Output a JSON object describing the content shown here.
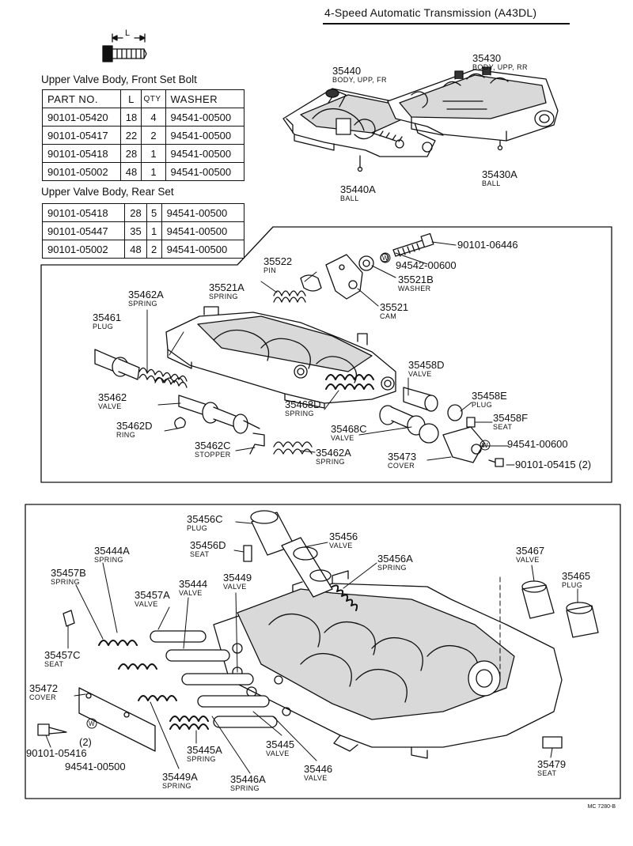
{
  "header": {
    "title": "4-Speed Automatic Transmission (A43DL)",
    "bolt_dim_label": "L"
  },
  "front_table": {
    "title": "Upper Valve Body, Front Set Bolt",
    "columns": [
      "PART NO.",
      "L",
      "QTY",
      "WASHER"
    ],
    "rows": [
      [
        "90101-05420",
        "18",
        "4",
        "94541-00500"
      ],
      [
        "90101-05417",
        "22",
        "2",
        "94541-00500"
      ],
      [
        "90101-05418",
        "28",
        "1",
        "94541-00500"
      ],
      [
        "90101-05002",
        "48",
        "1",
        "94541-00500"
      ]
    ]
  },
  "rear_table": {
    "title": "Upper Valve Body, Rear Set",
    "rows": [
      [
        "90101-05418",
        "28",
        "5",
        "94541-00500"
      ],
      [
        "90101-05447",
        "35",
        "1",
        "94541-00500"
      ],
      [
        "90101-05002",
        "48",
        "2",
        "94541-00500"
      ]
    ]
  },
  "top_parts": {
    "p35440": {
      "num": "35440",
      "desc": "BODY, UPP, FR"
    },
    "p35430": {
      "num": "35430",
      "desc": "BODY, UPP, RR"
    },
    "p35440a": {
      "num": "35440A",
      "desc": "BALL"
    },
    "p35430a": {
      "num": "35430A",
      "desc": "BALL"
    }
  },
  "middle_parts": {
    "p35522": {
      "num": "35522",
      "desc": "PIN"
    },
    "p35521a": {
      "num": "35521A",
      "desc": "SPRING"
    },
    "p35462a_top": {
      "num": "35462A",
      "desc": "SPRING"
    },
    "p35461": {
      "num": "35461",
      "desc": "PLUG"
    },
    "p90101_06446": {
      "num": "90101-06446"
    },
    "p94542_00600": {
      "num": "94542-00600"
    },
    "p35521b": {
      "num": "35521B",
      "desc": "WASHER"
    },
    "p35521": {
      "num": "35521",
      "desc": "CAM"
    },
    "p35458d": {
      "num": "35458D",
      "desc": "VALVE"
    },
    "p35458e": {
      "num": "35458E",
      "desc": "PLUG"
    },
    "p35458f": {
      "num": "35458F",
      "desc": "SEAT"
    },
    "p35462": {
      "num": "35462",
      "desc": "VALVE"
    },
    "p35468d": {
      "num": "35468D",
      "desc": "SPRING"
    },
    "p35468c": {
      "num": "35468C",
      "desc": "VALVE"
    },
    "p35462d": {
      "num": "35462D",
      "desc": "RING"
    },
    "p35462c": {
      "num": "35462C",
      "desc": "STOPPER"
    },
    "p35462a_bot": {
      "num": "35462A",
      "desc": "SPRING"
    },
    "p94541_00600": {
      "num": "94541-00600"
    },
    "p35473": {
      "num": "35473",
      "desc": "COVER"
    },
    "p90101_05415": {
      "num": "90101-05415 (2)"
    }
  },
  "lower_parts": {
    "p35456c": {
      "num": "35456C",
      "desc": "PLUG"
    },
    "p35456": {
      "num": "35456",
      "desc": "VALVE"
    },
    "p35456d": {
      "num": "35456D",
      "desc": "SEAT"
    },
    "p35456a": {
      "num": "35456A",
      "desc": "SPRING"
    },
    "p35467": {
      "num": "35467",
      "desc": "VALVE"
    },
    "p35465": {
      "num": "35465",
      "desc": "PLUG"
    },
    "p35444a": {
      "num": "35444A",
      "desc": "SPRING"
    },
    "p35457b": {
      "num": "35457B",
      "desc": "SPRING"
    },
    "p35444": {
      "num": "35444",
      "desc": "VALVE"
    },
    "p35457a": {
      "num": "35457A",
      "desc": "VALVE"
    },
    "p35449": {
      "num": "35449",
      "desc": "VALVE"
    },
    "p35457c": {
      "num": "35457C",
      "desc": "SEAT"
    },
    "p35472": {
      "num": "35472",
      "desc": "COVER"
    },
    "p35445a": {
      "num": "35445A",
      "desc": "SPRING"
    },
    "p35445": {
      "num": "35445",
      "desc": "VALVE"
    },
    "p35446": {
      "num": "35446",
      "desc": "VALVE"
    },
    "p35449a": {
      "num": "35449A",
      "desc": "SPRING"
    },
    "p35446a": {
      "num": "35446A",
      "desc": "SPRING"
    },
    "p35479": {
      "num": "35479",
      "desc": "SEAT"
    },
    "p90101_05416": {
      "num": "90101-05416"
    },
    "p_qty2": {
      "num": "(2)"
    },
    "p94541_00500": {
      "num": "94541-00500"
    }
  },
  "washer_symbol": "W",
  "reference_code": "MC 7280-B"
}
